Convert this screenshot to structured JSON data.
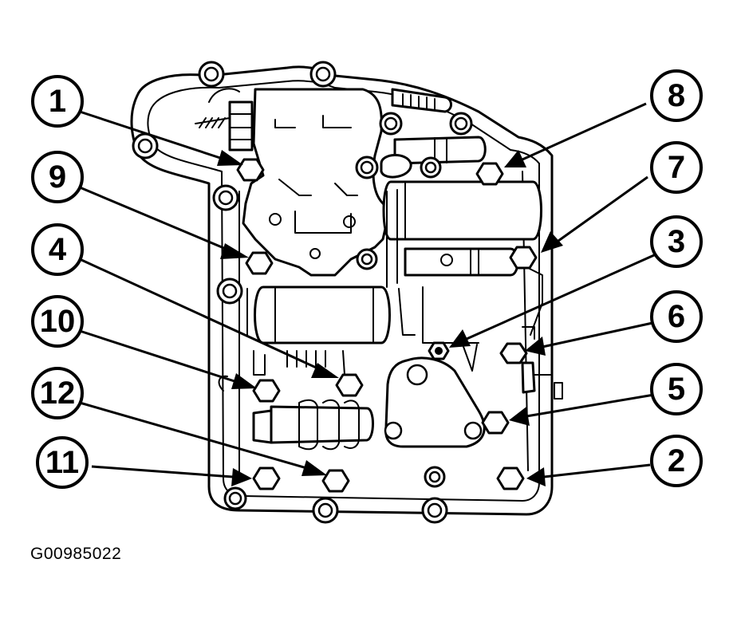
{
  "figure": {
    "code": "G00985022"
  },
  "callouts": [
    "1",
    "2",
    "3",
    "4",
    "5",
    "6",
    "7",
    "8",
    "9",
    "10",
    "11",
    "12"
  ],
  "colors": {
    "line": "#000000",
    "background": "#ffffff"
  }
}
